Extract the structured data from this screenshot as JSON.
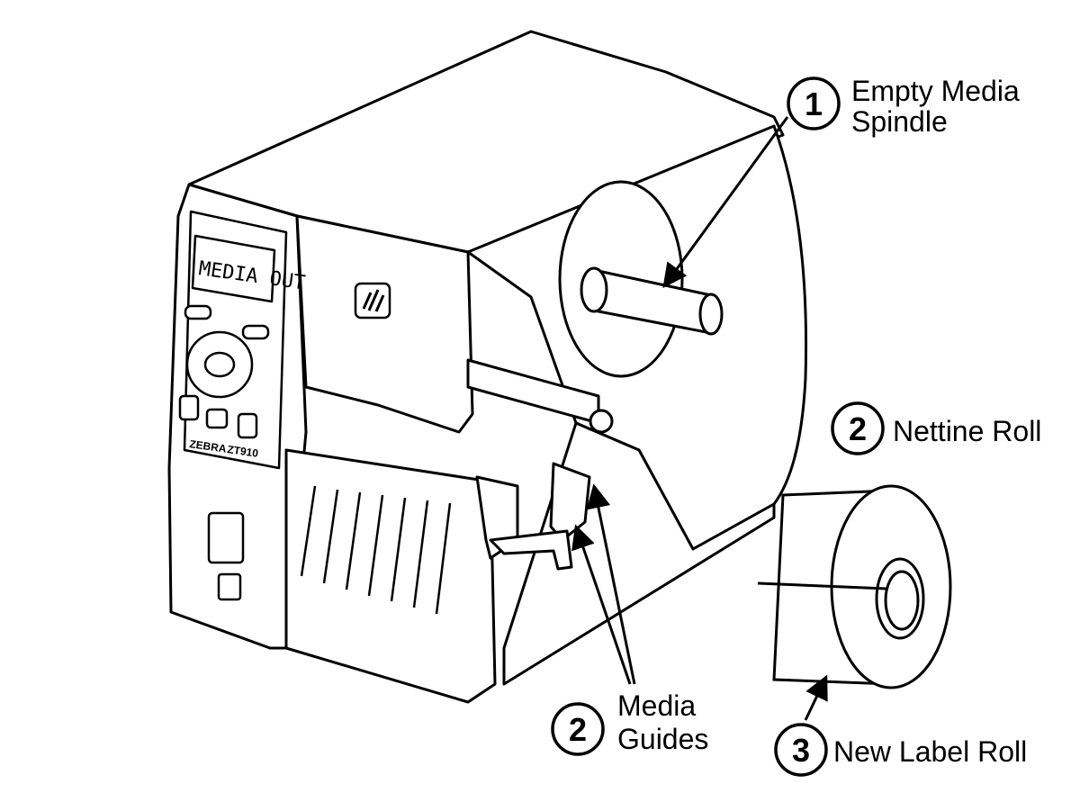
{
  "printer": {
    "display_text": "MEDIA OUT",
    "brand": "ZEBRA",
    "model": "ZT910"
  },
  "callouts": [
    {
      "number": "1",
      "lines": [
        "Empty Media",
        "Spindle"
      ]
    },
    {
      "number": "2",
      "lines": [
        "Nettine Roll"
      ]
    },
    {
      "number": "2",
      "lines": [
        "Media",
        "Guides"
      ]
    },
    {
      "number": "3",
      "lines": [
        "New Label Roll"
      ]
    }
  ]
}
